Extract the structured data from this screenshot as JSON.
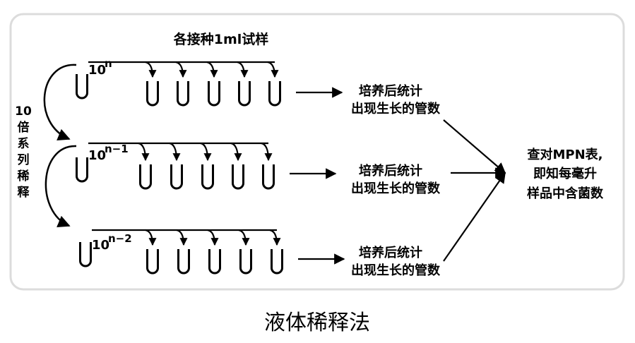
{
  "diagram": {
    "top_label": "各接种1ml试样",
    "side_label": [
      "10",
      "倍",
      "系",
      "列",
      "稀",
      "释"
    ],
    "rows": [
      {
        "exponent": "n",
        "result": [
          "培养后统计",
          "出现生长的管数"
        ]
      },
      {
        "exponent": "n−1",
        "result": [
          "培养后统计",
          "出现生长的管数"
        ]
      },
      {
        "exponent": "n−2",
        "result": [
          "培养后统计",
          "出现生长的管数"
        ]
      }
    ],
    "conclusion": [
      "查对MPN表,",
      "即知每毫升",
      "样品中含菌数"
    ],
    "title": "液体稀释法"
  }
}
